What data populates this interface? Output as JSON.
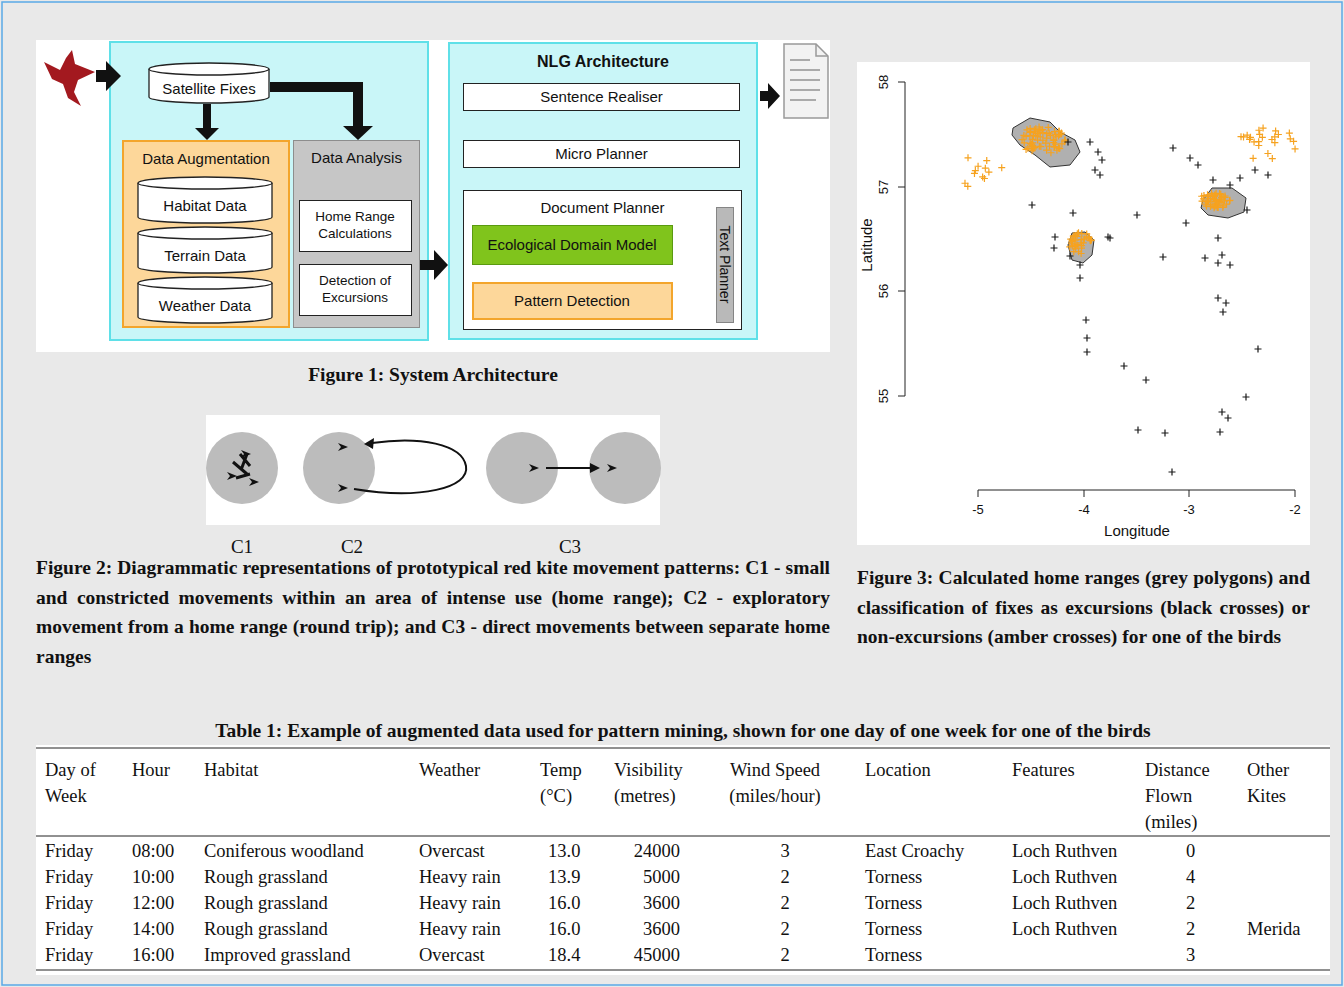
{
  "diagram": {
    "nodes": [
      {
        "text": [
          "Satellite Fixes"
        ]
      },
      {
        "text": [
          "Data Augmentation"
        ]
      },
      {
        "text": [
          "Habitat Data"
        ],
        "in": 1
      },
      {
        "text": [
          "Terrain Data"
        ],
        "in": 1
      },
      {
        "text": [
          "Weather Data"
        ],
        "in": 1
      },
      {
        "text": [
          "Data Analysis"
        ]
      },
      {
        "text": [
          "Home Range Calculations"
        ],
        "in": 5
      },
      {
        "text": [
          "Detection of Excursions"
        ],
        "in": 5
      },
      {
        "text": [
          "NLG Architecture"
        ]
      },
      {
        "text": [
          "Sentence Realiser"
        ],
        "in": 8
      },
      {
        "text": [
          "Micro Planner"
        ],
        "in": 8
      },
      {
        "text": [
          "Document Planner"
        ],
        "in": 8
      },
      {
        "text": [
          "Ecological Domain Model"
        ],
        "in": 11
      },
      {
        "text": [
          "Pattern Detection"
        ],
        "in": 11
      },
      {
        "text": [
          "Text Planner"
        ],
        "in": 11
      }
    ],
    "edges": [
      {
        "from": 0,
        "to": 1,
        "arrow": "to"
      },
      {
        "from": 0,
        "to": 5,
        "arrow": "to"
      },
      {
        "from": 5,
        "to": 8,
        "arrow": "to"
      },
      {
        "from": 11,
        "to": 10,
        "arrow": "to"
      },
      {
        "from": 10,
        "to": 9,
        "arrow": "to"
      },
      {
        "from": 12,
        "to": 13,
        "arrow": "both"
      },
      {
        "from": 13,
        "to": 14,
        "arrow": "both"
      }
    ],
    "labels": [
      "Figure 1: System Architecture",
      "C1",
      "C2",
      "C3",
      "Figure 2: Diagrammatic representations of prototypical red kite movement patterns: C1 - small and constricted movements within an area of intense use (home range); C2 - exploratory movement from a home range (round trip); and C3 - direct movements between separate home ranges",
      "58",
      "57",
      "56",
      "55",
      "Latitude",
      "-5",
      "-4",
      "-3",
      "-2",
      "Longitude",
      "Figure 3: Calculated home ranges (grey polygons) and classification of fixes as excursions (black crosses) or non-excursions (amber crosses) for one of the birds",
      "Table 1: Example of augmented data used for pattern mining, shown for one day of one week for one of the birds",
      "Day of Week",
      "Hour",
      "Habitat",
      "Weather",
      "Temp (°C)",
      "Visibility (metres)",
      "Wind Speed (miles/hour)",
      "Location",
      "Features",
      "Distance Flown (miles)",
      "Other Kites",
      "Friday",
      "08:00",
      "Coniferous woodland",
      "Overcast",
      "13.0",
      "24000",
      "3",
      "East Croachy",
      "Loch Ruthven",
      "0",
      "Friday",
      "10:00",
      "Rough grassland",
      "Heavy rain",
      "13.9",
      "5000",
      "2",
      "Torness",
      "Loch Ruthven",
      "4",
      "Friday",
      "12:00",
      "Rough grassland",
      "Heavy rain",
      "16.0",
      "3600",
      "2",
      "Torness",
      "Loch Ruthven",
      "2",
      "Friday",
      "14:00",
      "Rough grassland",
      "Heavy rain",
      "16.0",
      "3600",
      "2",
      "Torness",
      "Loch Ruthven",
      "2",
      "Merida",
      "Friday",
      "16:00",
      "Improved grassland",
      "Overcast",
      "18.4",
      "45000",
      "2",
      "Torness",
      "3"
    ]
  }
}
